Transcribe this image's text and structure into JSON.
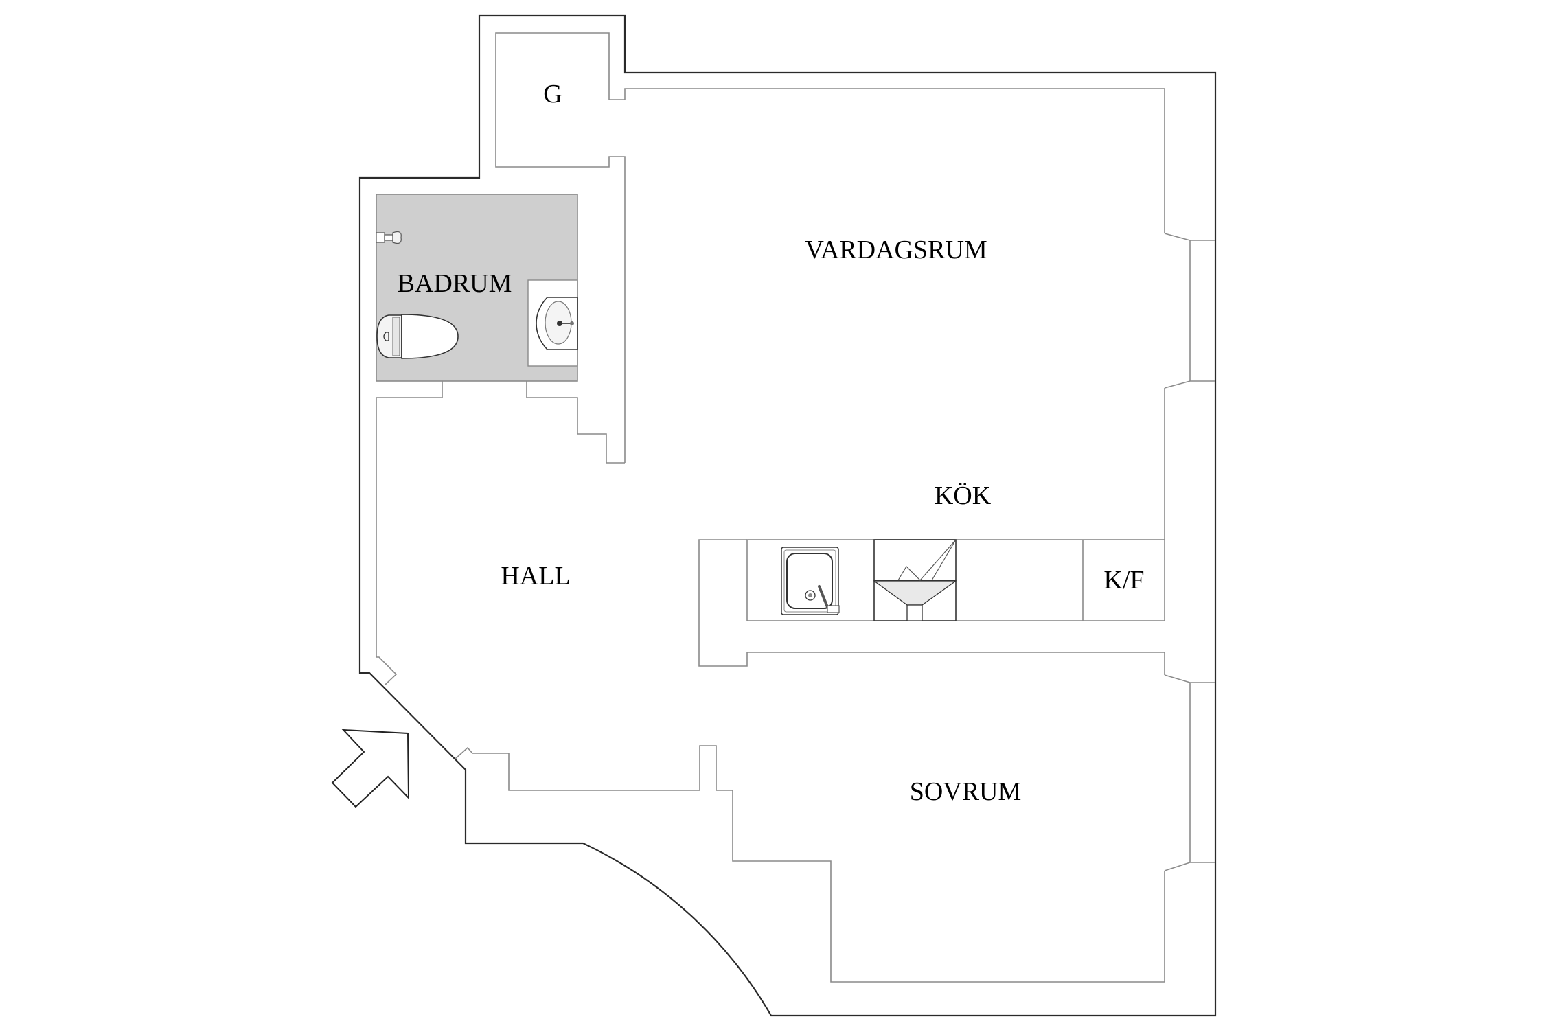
{
  "plan": {
    "colors": {
      "background": "#ffffff",
      "outer_wall": "#2a2a2a",
      "inner_wall": "#8a8a8a",
      "bathroom_floor": "#cfcfcf",
      "text": "#000000"
    },
    "rooms": {
      "storage": {
        "label": "G"
      },
      "living_room": {
        "label": "VARDAGSRUM"
      },
      "bathroom": {
        "label": "BADRUM"
      },
      "kitchen": {
        "label": "KÖK"
      },
      "fridge_freezer": {
        "label": "K/F"
      },
      "hall": {
        "label": "HALL"
      },
      "bedroom": {
        "label": "SOVRUM"
      }
    },
    "fixtures": [
      "shower-head",
      "toilet",
      "washbasin",
      "kitchen-sink",
      "stove-hood",
      "fridge-freezer"
    ],
    "entrance_arrow": "entrance-arrow-icon"
  }
}
